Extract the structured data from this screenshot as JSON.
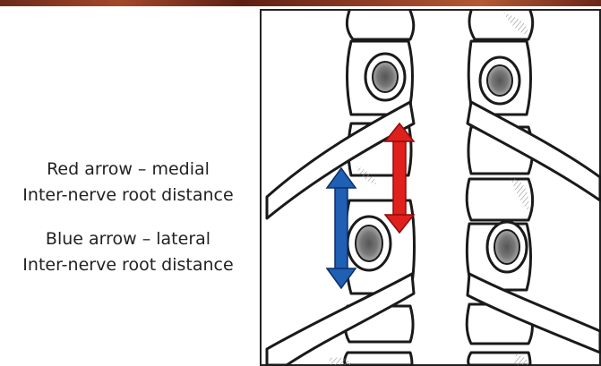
{
  "legend": {
    "red": {
      "line1": "Red arrow – medial",
      "line2": "Inter-nerve root distance",
      "color": "#e0201c"
    },
    "blue": {
      "line1": "Blue arrow – lateral",
      "line2": "Inter-nerve root distance",
      "color": "#1f5fb4"
    }
  },
  "top_band_color": "#8d3a24"
}
